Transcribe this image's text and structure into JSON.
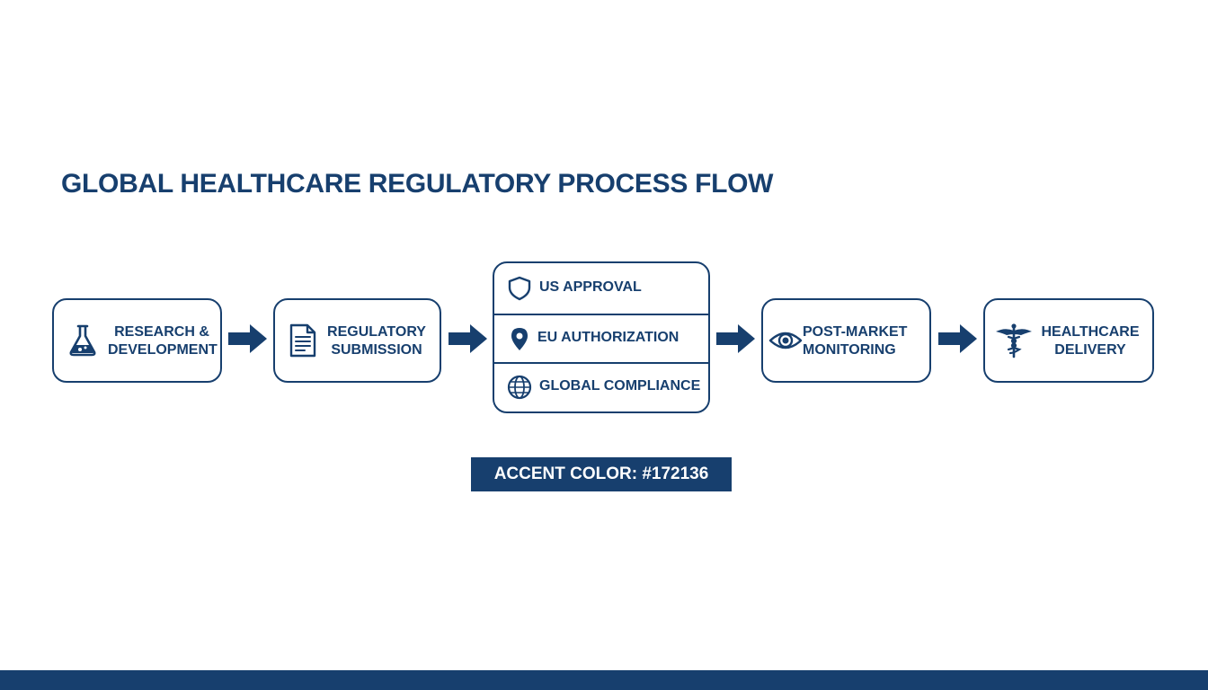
{
  "title": "GLOBAL HEALTHCARE REGULATORY PROCESS FLOW",
  "accent_color_hex": "#172136",
  "primary_color": "#173f6e",
  "steps": [
    {
      "icon": "flask-icon",
      "line1": "RESEARCH &",
      "line2": "DEVELOPMENT"
    },
    {
      "icon": "document-icon",
      "line1": "REGULATORY",
      "line2": "SUBMISSION"
    },
    {
      "icon": "eye-icon",
      "line1": "POST-MARKET",
      "line2": "MONITORING"
    },
    {
      "icon": "caduceus-icon",
      "line1": "HEALTHCARE",
      "line2": "DELIVERY"
    }
  ],
  "approvals": [
    {
      "icon": "shield-icon",
      "label": "US APPROVAL"
    },
    {
      "icon": "location-pin-icon",
      "label": "EU AUTHORIZATION"
    },
    {
      "icon": "globe-icon",
      "label": "GLOBAL COMPLIANCE"
    }
  ],
  "accent_label": "ACCENT COLOR: #172136"
}
